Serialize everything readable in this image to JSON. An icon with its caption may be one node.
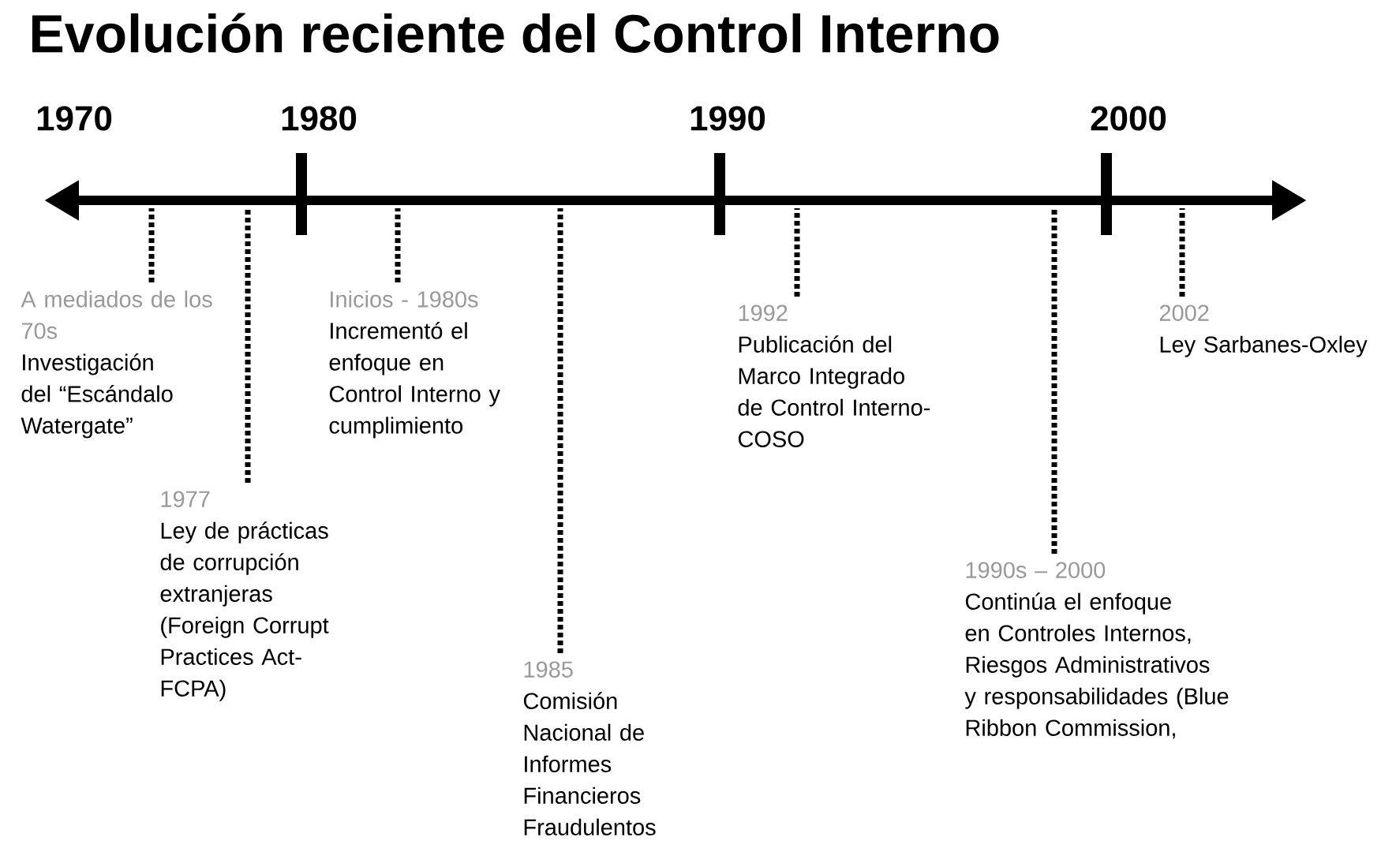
{
  "diagram": {
    "title": "Evolución reciente del Control Interno",
    "nodes": [
      {
        "text": [
          "A mediados de los 70s",
          "Investigación del “Escándalo Watergate”"
        ]
      },
      {
        "text": [
          "1977",
          "Ley de prácticas de corrupción extranjeras (Foreign Corrupt Practices Act- FCPA)"
        ]
      },
      {
        "text": [
          "Inicios - 1980s",
          "Incrementó el enfoque en Control Interno y cumplimiento"
        ]
      },
      {
        "text": [
          "1985",
          "Comisión Nacional de Informes Financieros Fraudulentos"
        ]
      },
      {
        "text": [
          "1992",
          "Publicación del Marco Integrado de Control Interno-COSO"
        ]
      },
      {
        "text": [
          "1990s – 2000",
          "Continúa el enfoque en Controles Internos, Riesgos Administrativos y responsabilidades (Blue Ribbon Commission,"
        ]
      },
      {
        "text": [
          "2002",
          "Ley Sarbanes-Oxley"
        ]
      }
    ],
    "edges": [
      {
        "from": 0,
        "to": null,
        "arrow": "none"
      },
      {
        "from": 1,
        "to": null,
        "arrow": "none"
      },
      {
        "from": 2,
        "to": null,
        "arrow": "none"
      },
      {
        "from": 3,
        "to": null,
        "arrow": "none"
      },
      {
        "from": 4,
        "to": null,
        "arrow": "none"
      },
      {
        "from": 5,
        "to": null,
        "arrow": "none"
      },
      {
        "from": 6,
        "to": null,
        "arrow": "none"
      }
    ],
    "labels": [
      "1970",
      "1980",
      "1990",
      "2000"
    ]
  }
}
